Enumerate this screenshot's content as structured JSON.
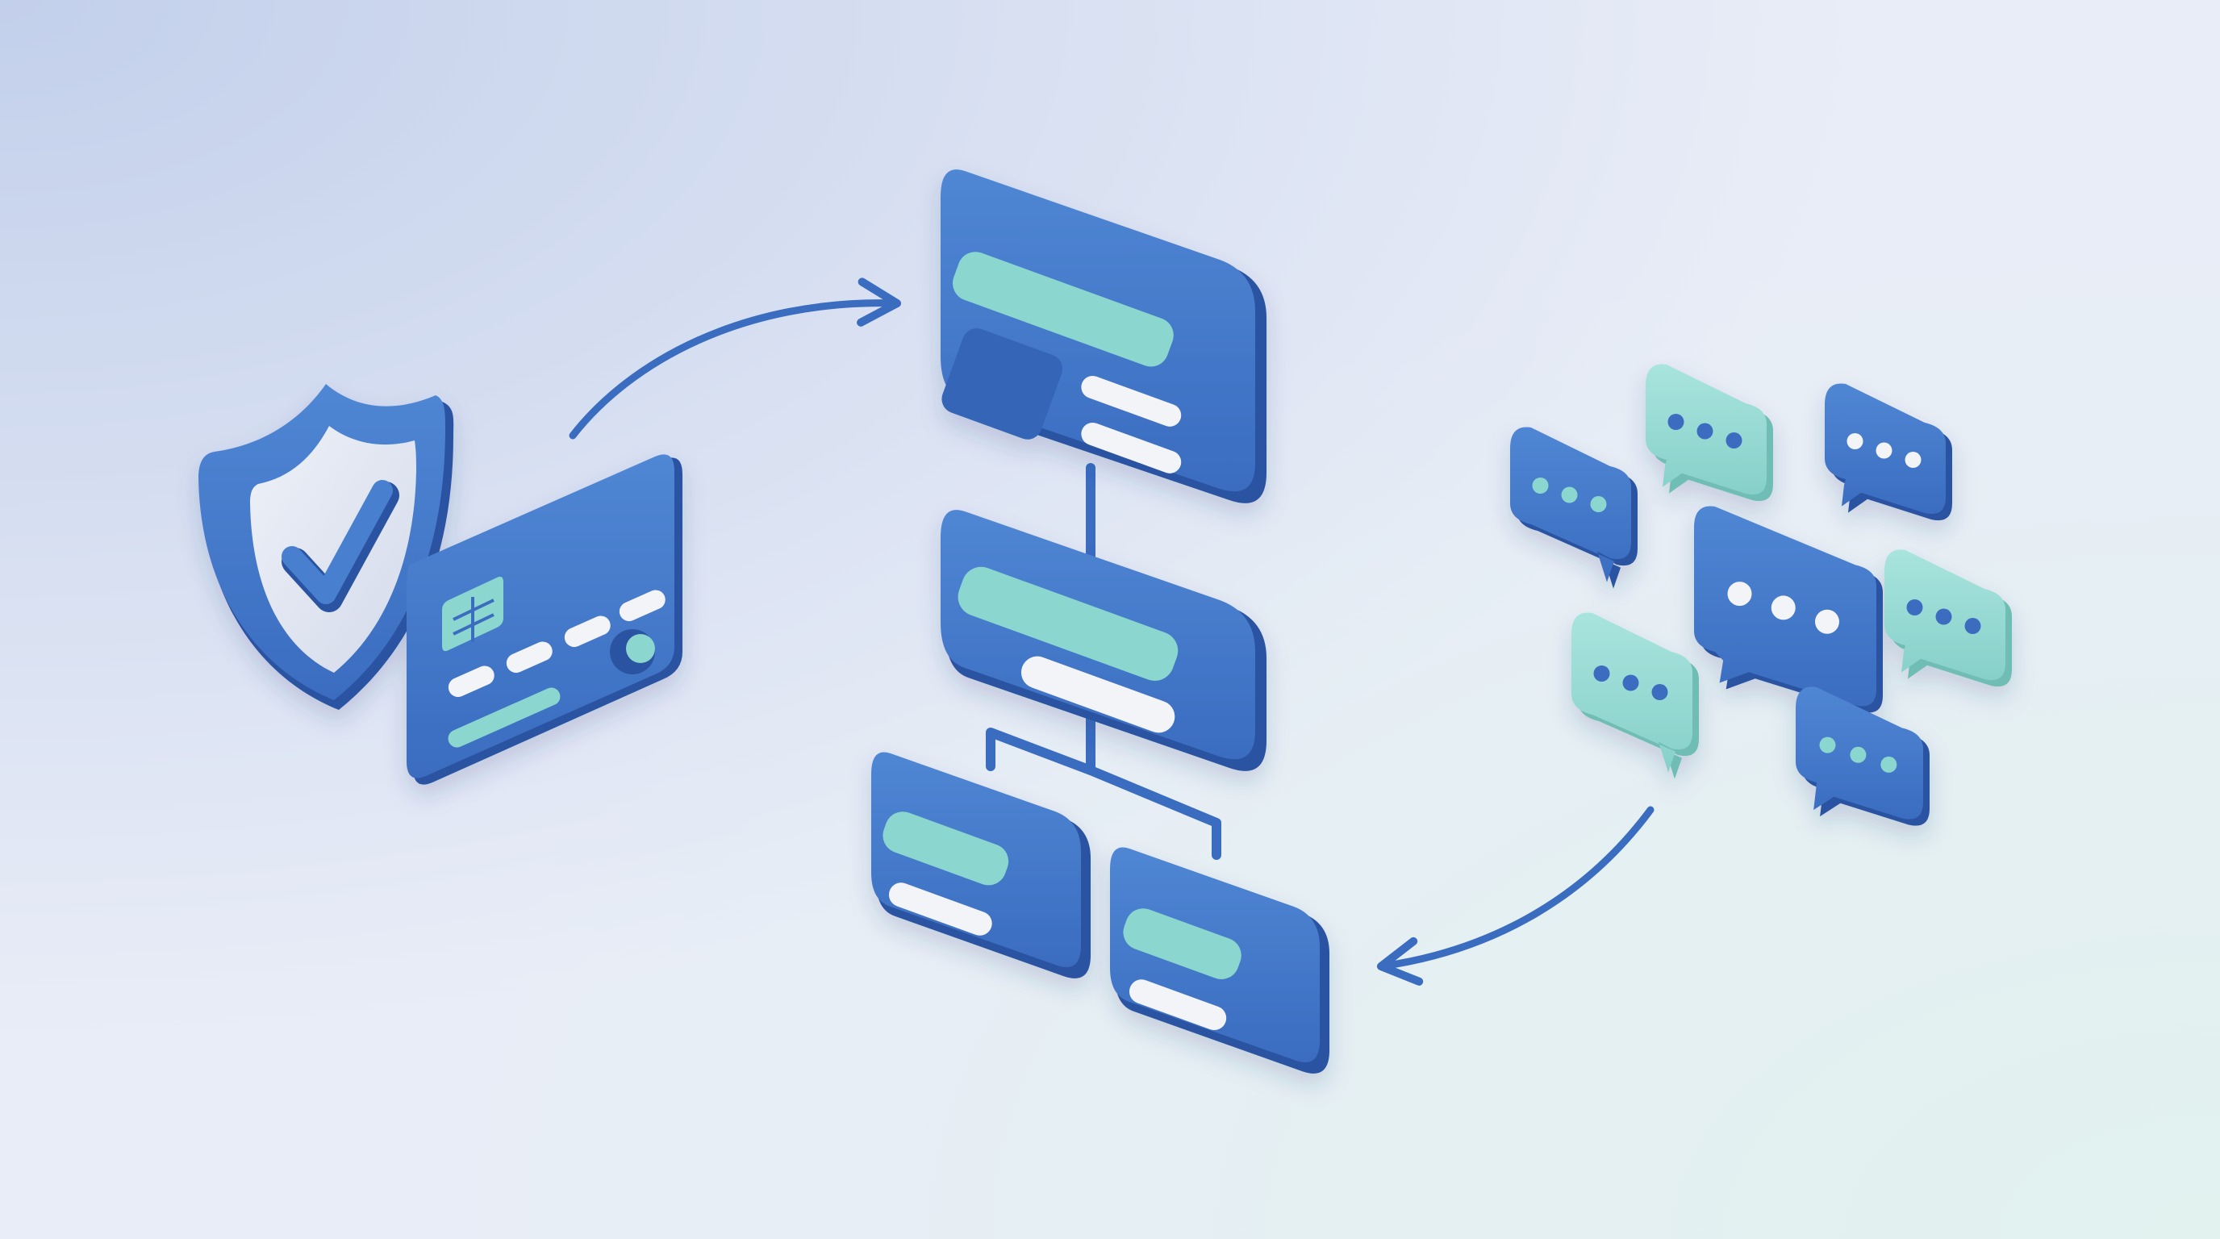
{
  "colors": {
    "background_top_left": "#c3d0eb",
    "background_center": "#e9edf7",
    "background_bottom_right": "#e1f2ef",
    "primary_blue": "#3a6cc0",
    "primary_blue_light": "#5087d4",
    "primary_blue_dark": "#2a53a2",
    "teal": "#8bd6cf",
    "teal_light": "#a9e4de",
    "white_bar": "#f3f4f8",
    "shield_inner": "#dde3f0"
  },
  "icons": {
    "security": [
      "shield-check-icon",
      "credit-card-icon",
      "card-chip-icon"
    ],
    "hierarchy": [
      "flowchart-node-icon"
    ],
    "feedback": [
      "chat-bubble-icon",
      "typing-dots-icon"
    ],
    "flow": [
      "arrow-curved-icon"
    ]
  },
  "flow": [
    {
      "from": "payment-security",
      "to": "flow-hierarchy"
    },
    {
      "from": "chat-bubble-cluster",
      "to": "flow-hierarchy"
    }
  ],
  "hierarchy": {
    "root": "top-node",
    "children": {
      "top-node": [
        "middle-node"
      ],
      "middle-node": [
        "bottom-left-node",
        "bottom-right-node"
      ]
    }
  },
  "chat_bubbles": [
    {
      "style": "blue",
      "dot_color": "teal"
    },
    {
      "style": "teal",
      "dot_color": "blue"
    },
    {
      "style": "blue",
      "dot_color": "white"
    },
    {
      "style": "blue",
      "dot_color": "white"
    },
    {
      "style": "teal",
      "dot_color": "blue"
    },
    {
      "style": "teal",
      "dot_color": "blue"
    },
    {
      "style": "blue",
      "dot_color": "teal"
    }
  ]
}
